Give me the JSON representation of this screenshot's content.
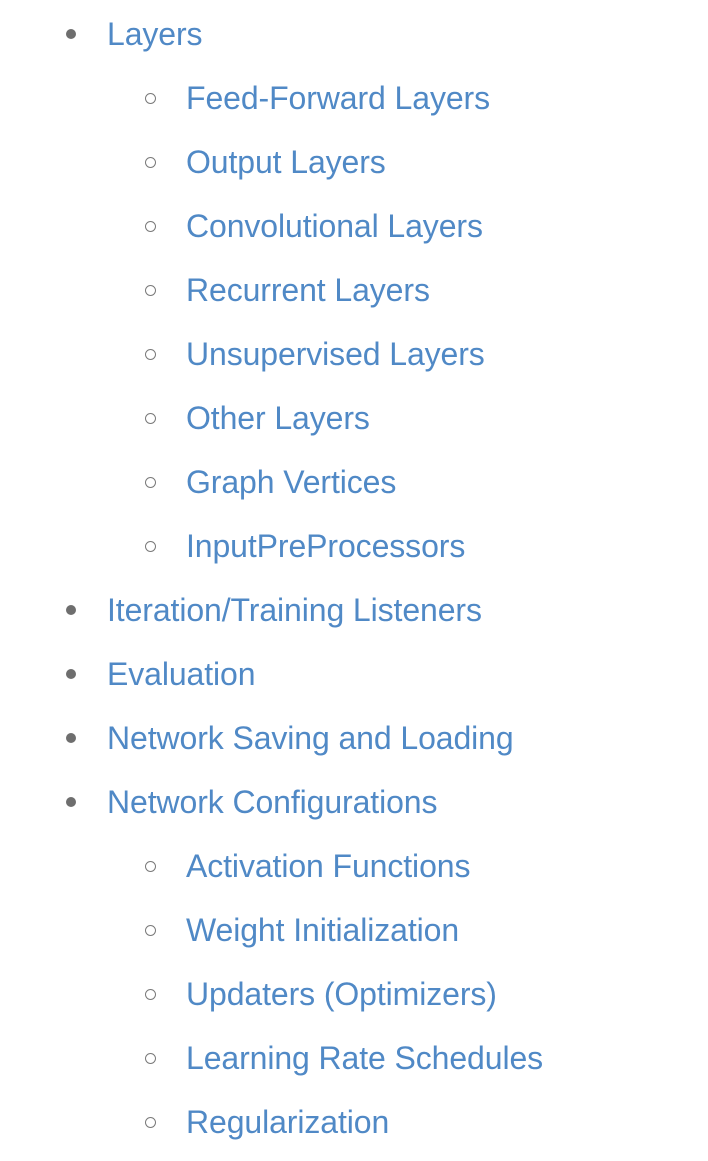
{
  "page": {
    "type": "table-of-contents",
    "background_color": "#ffffff",
    "link_color": "#5089c6",
    "bullet_level1_color": "#6e6e6e",
    "bullet_level2_color": "#7a7a7a",
    "bullet_level1_style": "filled-disc",
    "bullet_level2_style": "hollow-circle"
  },
  "toc": {
    "items": [
      {
        "label": "Layers",
        "level": 1,
        "children": [
          {
            "label": "Feed-Forward Layers",
            "level": 2
          },
          {
            "label": "Output Layers",
            "level": 2
          },
          {
            "label": "Convolutional Layers",
            "level": 2
          },
          {
            "label": "Recurrent Layers",
            "level": 2
          },
          {
            "label": "Unsupervised Layers",
            "level": 2
          },
          {
            "label": "Other Layers",
            "level": 2
          },
          {
            "label": "Graph Vertices",
            "level": 2
          },
          {
            "label": "InputPreProcessors",
            "level": 2
          }
        ]
      },
      {
        "label": "Iteration/Training Listeners",
        "level": 1,
        "children": []
      },
      {
        "label": "Evaluation",
        "level": 1,
        "children": []
      },
      {
        "label": "Network Saving and Loading",
        "level": 1,
        "children": []
      },
      {
        "label": "Network Configurations",
        "level": 1,
        "children": [
          {
            "label": "Activation Functions",
            "level": 2
          },
          {
            "label": "Weight Initialization",
            "level": 2
          },
          {
            "label": "Updaters (Optimizers)",
            "level": 2
          },
          {
            "label": "Learning Rate Schedules",
            "level": 2
          },
          {
            "label": "Regularization",
            "level": 2
          }
        ]
      }
    ]
  }
}
